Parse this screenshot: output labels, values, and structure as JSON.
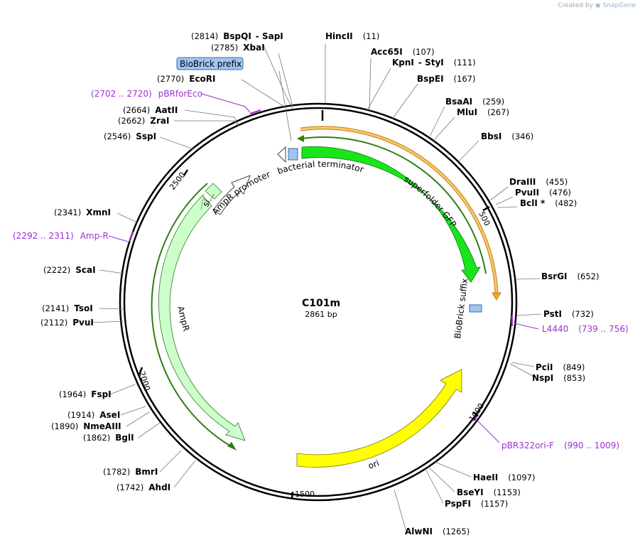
{
  "credit": {
    "prefix": "Created by",
    "brand": "SnapGene"
  },
  "plasmid": {
    "name": "C101m",
    "length": "2861 bp"
  },
  "colors": {
    "backbone": "#000000",
    "primer": "#9d2fd0",
    "gfp": "#19e619",
    "ori": "#ffff00",
    "ampr": "#ccffcc",
    "biobrick": "#a0c4f0",
    "orange": "#f5a623",
    "green_line": "#2e7d16"
  },
  "ticks": [
    {
      "label": "500",
      "bp": 500
    },
    {
      "label": "1000",
      "bp": 1000
    },
    {
      "label": "1500",
      "bp": 1500
    },
    {
      "label": "2000",
      "bp": 2000
    },
    {
      "label": "2500",
      "bp": 2500
    }
  ],
  "enzymes": [
    {
      "name": "BspQI",
      "name2": "SapI",
      "pos": "(2814)"
    },
    {
      "name": "XbaI",
      "pos": "(2785)"
    },
    {
      "name": "EcoRI",
      "pos": "(2770)"
    },
    {
      "name": "AatII",
      "pos": "(2664)"
    },
    {
      "name": "ZraI",
      "pos": "(2662)"
    },
    {
      "name": "SspI",
      "pos": "(2546)"
    },
    {
      "name": "XmnI",
      "pos": "(2341)"
    },
    {
      "name": "ScaI",
      "pos": "(2222)"
    },
    {
      "name": "TsoI",
      "pos": "(2141)"
    },
    {
      "name": "PvuI",
      "pos": "(2112)"
    },
    {
      "name": "FspI",
      "pos": "(1964)"
    },
    {
      "name": "AseI",
      "pos": "(1914)"
    },
    {
      "name": "NmeAIII",
      "pos": "(1890)"
    },
    {
      "name": "BglI",
      "pos": "(1862)"
    },
    {
      "name": "BmrI",
      "pos": "(1782)"
    },
    {
      "name": "AhdI",
      "pos": "(1742)"
    },
    {
      "name": "HincII",
      "pos": "(11)"
    },
    {
      "name": "Acc65I",
      "pos": "(107)"
    },
    {
      "name": "KpnI",
      "name2": "StyI",
      "pos": "(111)"
    },
    {
      "name": "BspEI",
      "pos": "(167)"
    },
    {
      "name": "BsaAI",
      "pos": "(259)"
    },
    {
      "name": "MluI",
      "pos": "(267)"
    },
    {
      "name": "BbsI",
      "pos": "(346)"
    },
    {
      "name": "DraIII",
      "pos": "(455)"
    },
    {
      "name": "PvuII",
      "pos": "(476)"
    },
    {
      "name": "BclI *",
      "pos": "(482)"
    },
    {
      "name": "BsrGI",
      "pos": "(652)"
    },
    {
      "name": "PstI",
      "pos": "(732)"
    },
    {
      "name": "PciI",
      "pos": "(849)"
    },
    {
      "name": "NspI",
      "pos": "(853)"
    },
    {
      "name": "HaeII",
      "pos": "(1097)"
    },
    {
      "name": "BseYI",
      "pos": "(1153)"
    },
    {
      "name": "PspFI",
      "pos": "(1157)"
    },
    {
      "name": "AlwNI",
      "pos": "(1265)"
    }
  ],
  "primers": [
    {
      "name": "pBRforEco",
      "range": "(2702 .. 2720)"
    },
    {
      "name": "Amp-R",
      "range": "(2292 .. 2311)"
    },
    {
      "name": "L4440",
      "range": "(739 .. 756)"
    },
    {
      "name": "pBR322ori-F",
      "range": "(990 .. 1009)"
    }
  ],
  "features": {
    "biobrick_prefix": "BioBrick prefix",
    "biobrick_suffix": "BioBrick suffix",
    "bacterial_terminator": "bacterial terminator",
    "superfolder_gfp": "superfolder GFP",
    "ampr_promoter": "AmpR promoter",
    "ampr": "AmpR",
    "ori": "ori",
    "signal": "si..."
  }
}
